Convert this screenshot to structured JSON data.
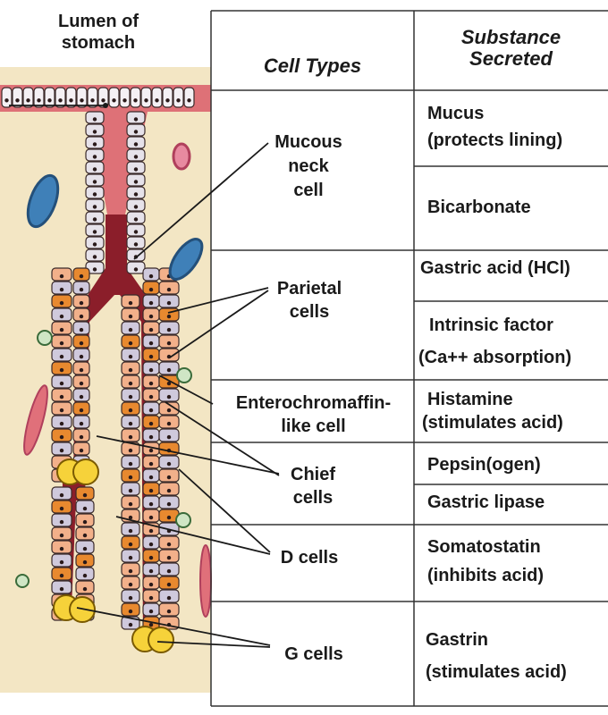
{
  "lumen_label": [
    "Lumen of",
    "stomach"
  ],
  "headers": {
    "cell_types": "Cell Types",
    "substance": [
      "Substance",
      "Secreted"
    ]
  },
  "cell_types": [
    {
      "id": "mucous-neck-cell",
      "lines": [
        "Mucous",
        "neck",
        "cell"
      ]
    },
    {
      "id": "parietal-cells",
      "lines": [
        "Parietal",
        "cells"
      ]
    },
    {
      "id": "enterochromaffin-like-cell",
      "lines": [
        "Enterochromaffin-",
        "like cell"
      ]
    },
    {
      "id": "chief-cells",
      "lines": [
        "Chief",
        "cells"
      ]
    },
    {
      "id": "d-cells",
      "lines": [
        "D cells"
      ]
    },
    {
      "id": "g-cells",
      "lines": [
        "G cells"
      ]
    }
  ],
  "substances": [
    {
      "id": "mucus",
      "lines": [
        "Mucus",
        "(protects lining)"
      ]
    },
    {
      "id": "bicarbonate",
      "lines": [
        "Bicarbonate"
      ]
    },
    {
      "id": "gastric-acid",
      "lines": [
        "Gastric acid (HCl)"
      ]
    },
    {
      "id": "intrinsic-factor",
      "lines": [
        "Intrinsic factor",
        "(Ca++ absorption)"
      ]
    },
    {
      "id": "histamine",
      "lines": [
        "Histamine",
        "(stimulates acid)"
      ]
    },
    {
      "id": "pepsin",
      "lines": [
        "Pepsin(ogen)"
      ]
    },
    {
      "id": "gastric-lipase",
      "lines": [
        "Gastric lipase"
      ]
    },
    {
      "id": "somatostatin",
      "lines": [
        "Somatostatin",
        "(inhibits acid)"
      ]
    },
    {
      "id": "gastrin",
      "lines": [
        "Gastrin",
        "(stimulates acid)"
      ]
    }
  ],
  "colors": {
    "stroma": "#f3e6c4",
    "lumen": "#d95c6a",
    "parietal": "#f2b08a",
    "chief": "#cfc9dc",
    "gcell": "#f6d23a",
    "orange_cell": "#e8892f",
    "vessel_blue": "#3f80b8",
    "line": "#1a1a1a"
  }
}
